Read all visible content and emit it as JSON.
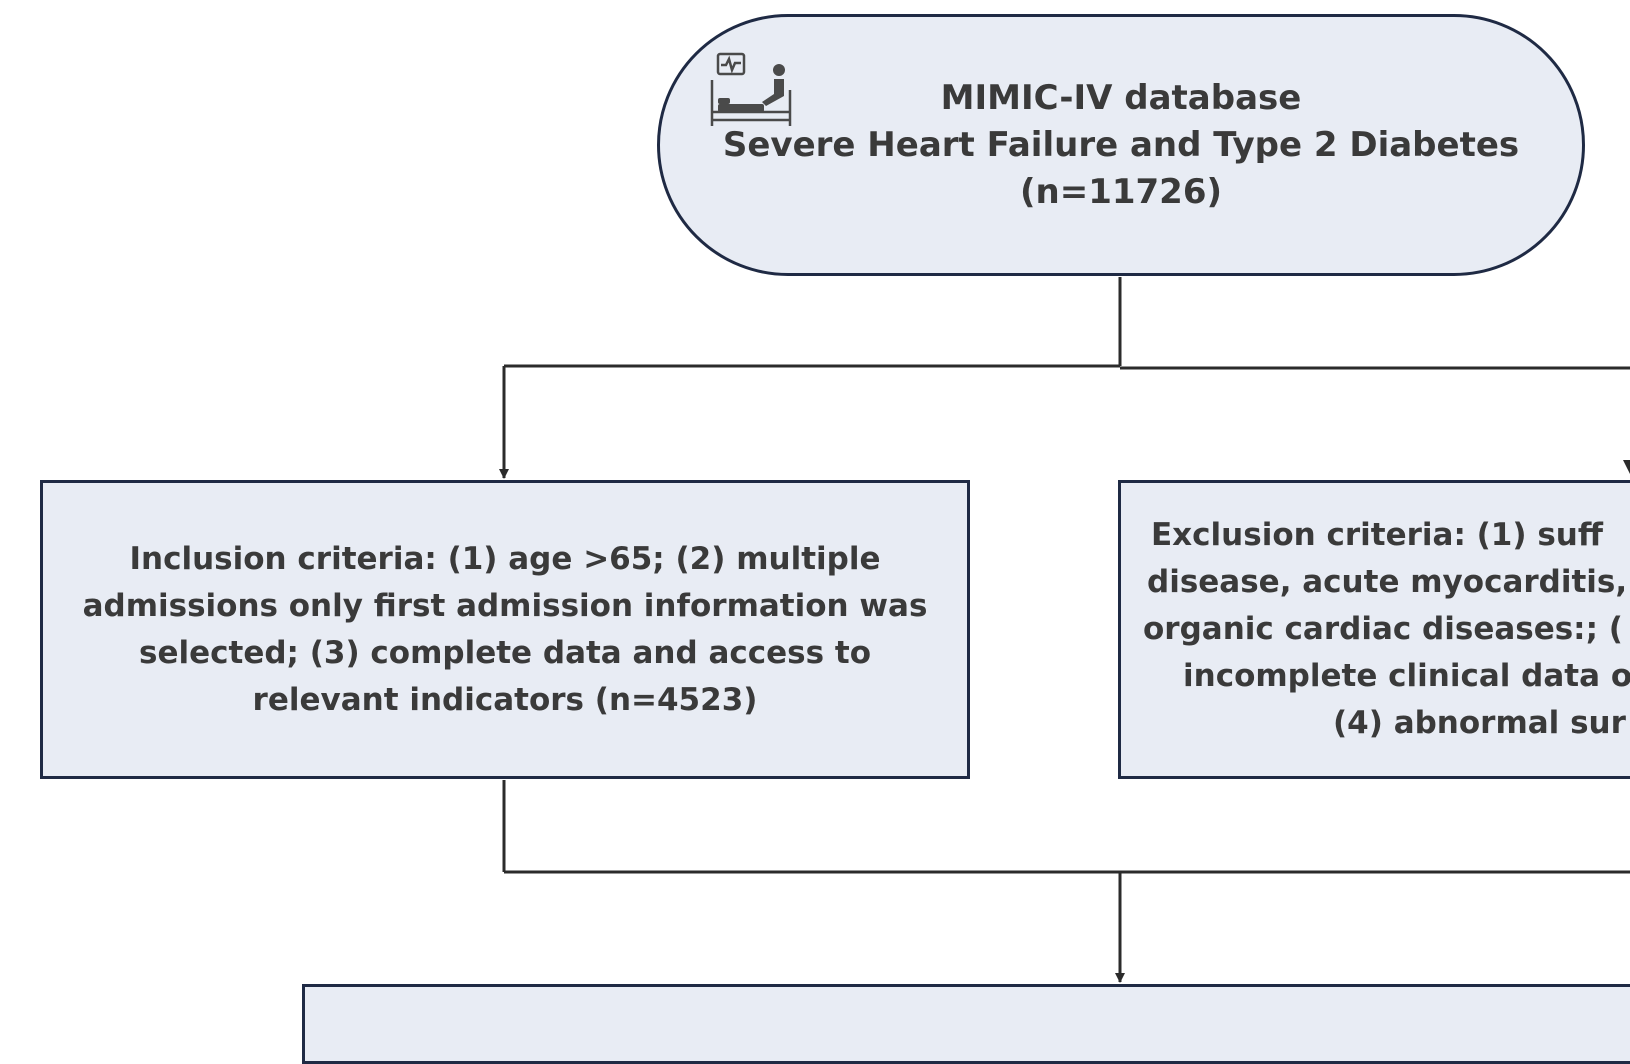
{
  "top_box": {
    "line1": "MIMIC-IV database",
    "line2": "Severe Heart Failure and Type 2 Diabetes",
    "line3": "(n=11726)",
    "icon": "hospital-bed-patient-monitor-icon"
  },
  "inclusion_box": {
    "text": "Inclusion criteria: (1) age >65; (2) multiple admissions only first admission information was selected; (3) complete data and access to relevant indicators (n=4523)"
  },
  "exclusion_box": {
    "lines": [
      "Exclusion criteria:  (1)  suff",
      "disease, acute myocarditis,",
      "organic cardiac diseases:;   (",
      "incomplete clinical data of",
      "(4)  abnormal sur"
    ]
  },
  "colors": {
    "box_fill": "#e8ecf4",
    "box_border": "#1f2a44",
    "connector": "#2b2b2b",
    "text": "#3a3a3a"
  }
}
